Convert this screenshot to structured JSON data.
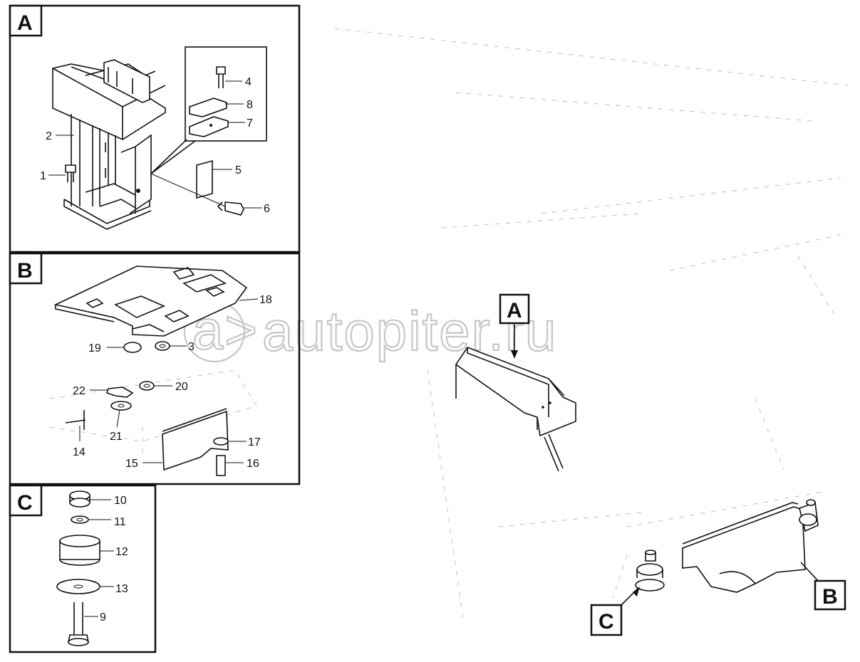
{
  "watermark": {
    "text": "autopiter.ru",
    "symbol": "a>"
  },
  "sections": {
    "A": {
      "letter": "A",
      "parts": [
        "1",
        "2",
        "4",
        "5",
        "6",
        "7",
        "8"
      ]
    },
    "B": {
      "letter": "B",
      "parts": [
        "3",
        "14",
        "15",
        "16",
        "17",
        "18",
        "19",
        "20",
        "21",
        "22"
      ]
    },
    "C": {
      "letter": "C",
      "parts": [
        "9",
        "10",
        "11",
        "12",
        "13"
      ]
    }
  },
  "overview": {
    "letters": [
      "A",
      "B",
      "C"
    ]
  },
  "colors": {
    "ink": "#111111",
    "watermark": "#c6c6c6",
    "background": "#ffffff"
  }
}
